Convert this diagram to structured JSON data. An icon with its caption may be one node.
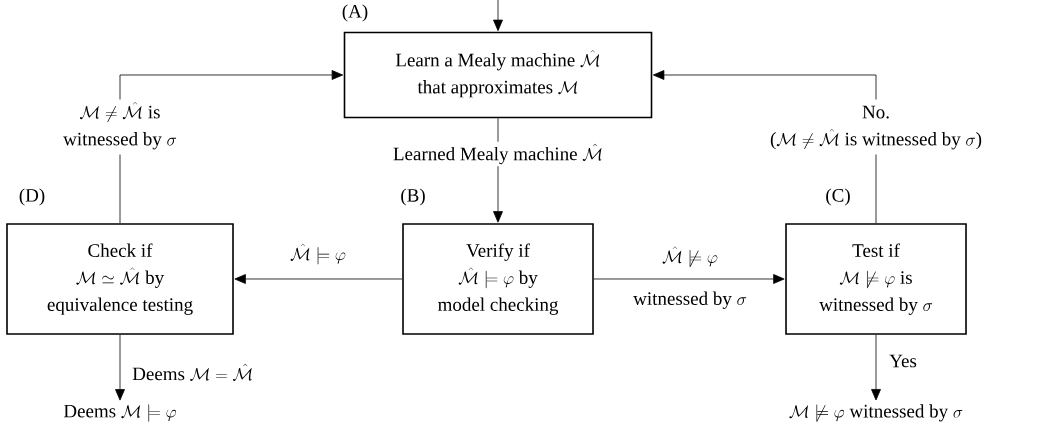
{
  "diagram": {
    "nodes": [
      {
        "text": [
          "\\begin{gathered}\\text{Learn a Mealy machine }\\hat{\\mathcal{M}}\\\\\\text{that approximates }\\mathcal{M}\\end{gathered}"
        ],
        "beside": [
          "(A)"
        ]
      },
      {
        "text": [
          "\\begin{gathered}\\text{Verify if}\\\\\\hat{\\mathcal{M}}\\models\\varphi\\text{ by}\\\\\\text{model checking}\\end{gathered}"
        ],
        "beside": [
          "(B)"
        ]
      },
      {
        "text": [
          "\\begin{gathered}\\text{Check if}\\\\\\mathcal{M}\\simeq\\hat{\\mathcal{M}}\\text{ by}\\\\\\text{equivalence testing}\\end{gathered}"
        ],
        "beside": [
          "(D)"
        ]
      },
      {
        "text": [
          "\\begin{gathered}\\text{Test if}\\\\\\mathcal{M}\\not\\models\\varphi\\text{ is}\\\\\\text{witnessed by }\\sigma\\end{gathered}"
        ],
        "beside": [
          "(C)"
        ]
      },
      {
        "text": [
          "\\text{Deems }\\mathcal{M}\\models\\varphi"
        ]
      },
      {
        "text": [
          "\\mathcal{M}\\not\\models\\varphi\\text{ witnessed by }\\sigma"
        ]
      }
    ],
    "edges": [
      {
        "from": null,
        "to": 0,
        "arrow": "to"
      },
      {
        "from": 0,
        "to": 1,
        "arrow": "to",
        "label": "\\text{Learned Mealy machine }\\hat{\\mathcal{M}}"
      },
      {
        "from": 1,
        "to": 2,
        "arrow": "to",
        "label": "\\hat{\\mathcal{M}}\\models\\varphi"
      },
      {
        "from": 1,
        "to": 3,
        "arrow": "to",
        "label": "\\begin{gathered}\\hat{\\mathcal{M}}\\not\\models\\varphi\\\\\\text{witnessed by }\\sigma\\end{gathered}"
      },
      {
        "from": 2,
        "to": 0,
        "arrow": "to",
        "label": "\\begin{gathered}\\mathcal{M}\\neq\\hat{\\mathcal{M}}\\text{ is}\\\\\\text{witnessed by }\\sigma\\end{gathered}"
      },
      {
        "from": 3,
        "to": 0,
        "arrow": "to",
        "label": "\\begin{gathered}\\text{No.}\\\\\\text{(}\\mathcal{M}\\neq\\hat{\\mathcal{M}}\\text{ is witnessed by }\\sigma\\text{)}\\end{gathered}"
      },
      {
        "from": 2,
        "to": 4,
        "arrow": "to",
        "label": "\\text{Deems }\\mathcal{M}=\\hat{\\mathcal{M}}"
      },
      {
        "from": 3,
        "to": 5,
        "arrow": "to",
        "label": "Yes"
      }
    ]
  }
}
